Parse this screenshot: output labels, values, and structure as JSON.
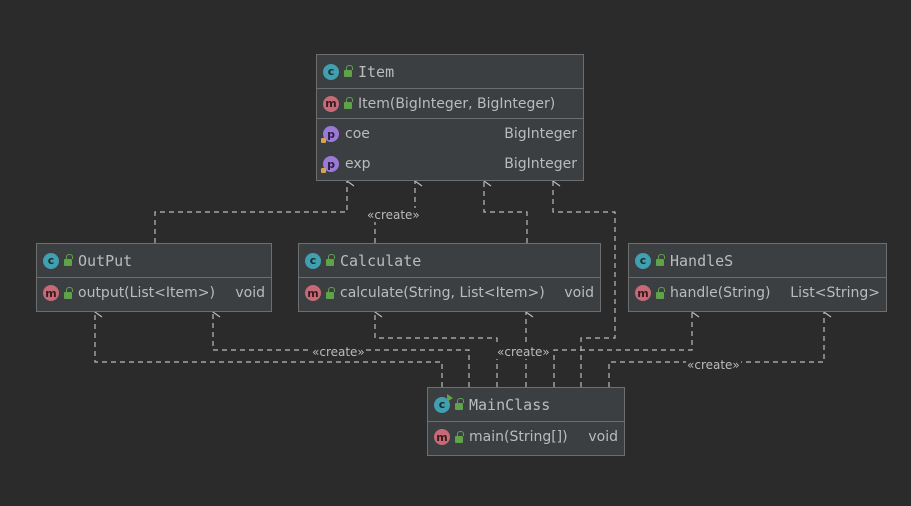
{
  "classes": {
    "item": {
      "name": "Item",
      "constructor": {
        "name": "Item(BigInteger, BigInteger)"
      },
      "fields": [
        {
          "name": "coe",
          "type": "BigInteger"
        },
        {
          "name": "exp",
          "type": "BigInteger"
        }
      ]
    },
    "output": {
      "name": "OutPut",
      "methods": [
        {
          "name": "output(List<Item>)",
          "type": "void"
        }
      ]
    },
    "calculate": {
      "name": "Calculate",
      "methods": [
        {
          "name": "calculate(String, List<Item>)",
          "type": "void"
        }
      ]
    },
    "handles": {
      "name": "HandleS",
      "methods": [
        {
          "name": "handle(String)",
          "type": "List<String>"
        }
      ]
    },
    "mainclass": {
      "name": "MainClass",
      "methods": [
        {
          "name": "main(String[])",
          "type": "void"
        }
      ]
    }
  },
  "edge_labels": {
    "calculate_item": "«create»",
    "main_output": "«create»",
    "main_calculate": "«create»",
    "main_handles": "«create»"
  },
  "badges": {
    "class": "c",
    "method": "m",
    "property": "p"
  },
  "icons": {
    "class": "class-icon",
    "method": "method-icon",
    "property": "property-icon",
    "public": "public-lock-icon"
  },
  "colors": {
    "background": "#2b2b2b",
    "box": "#3c3f41",
    "border": "#6e6e6e",
    "text": "#bbbbbb",
    "class_badge": "#40a0b0",
    "method_badge": "#c66a78",
    "property_badge": "#9a7ad6",
    "visibility": "#5fa24a"
  }
}
